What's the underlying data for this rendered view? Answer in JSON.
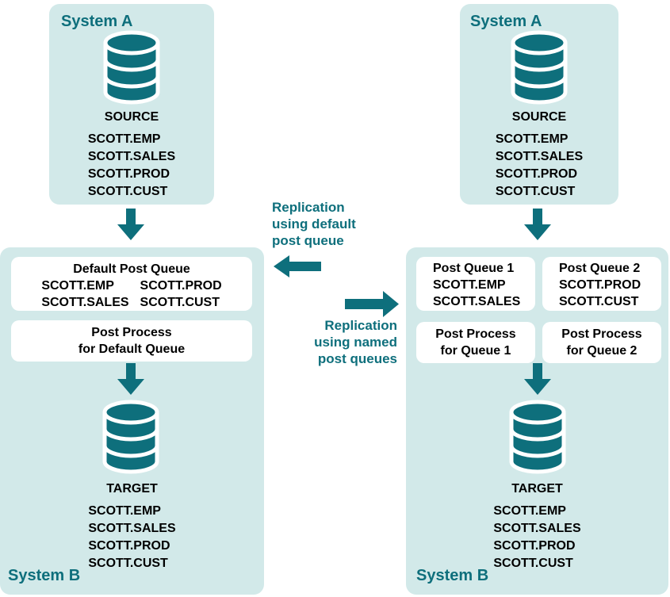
{
  "colors": {
    "teal": "#0E6F7C",
    "panel_bg": "#D2E9E9",
    "box_bg": "#FFFFFF",
    "text": "#000000"
  },
  "panels": {
    "left_a": {
      "title": "System A",
      "db_label": "SOURCE",
      "tables": [
        "SCOTT.EMP",
        "SCOTT.SALES",
        "SCOTT.PROD",
        "SCOTT.CUST"
      ]
    },
    "right_a": {
      "title": "System A",
      "db_label": "SOURCE",
      "tables": [
        "SCOTT.EMP",
        "SCOTT.SALES",
        "SCOTT.PROD",
        "SCOTT.CUST"
      ]
    },
    "left_b": {
      "title": "System B",
      "queue": {
        "title": "Default Post Queue",
        "columns": [
          [
            "SCOTT.EMP",
            "SCOTT.SALES"
          ],
          [
            "SCOTT.PROD",
            "SCOTT.CUST"
          ]
        ]
      },
      "process": {
        "lines": [
          "Post Process",
          "for Default Queue"
        ]
      },
      "db_label": "TARGET",
      "tables": [
        "SCOTT.EMP",
        "SCOTT.SALES",
        "SCOTT.PROD",
        "SCOTT.CUST"
      ]
    },
    "right_b": {
      "title": "System B",
      "queues": [
        {
          "lines": [
            "Post Queue 1",
            "SCOTT.EMP",
            "SCOTT.SALES"
          ]
        },
        {
          "lines": [
            "Post Queue 2",
            "SCOTT.PROD",
            "SCOTT.CUST"
          ]
        }
      ],
      "processes": [
        {
          "lines": [
            "Post Process",
            "for Queue 1"
          ]
        },
        {
          "lines": [
            "Post Process",
            "for Queue 2"
          ]
        }
      ],
      "db_label": "TARGET",
      "tables": [
        "SCOTT.EMP",
        "SCOTT.SALES",
        "SCOTT.PROD",
        "SCOTT.CUST"
      ]
    }
  },
  "middle": {
    "default_label": {
      "lines": [
        "Replication",
        "using default",
        "post queue"
      ]
    },
    "named_label": {
      "lines": [
        "Replication",
        "using named",
        "post queues"
      ]
    }
  }
}
